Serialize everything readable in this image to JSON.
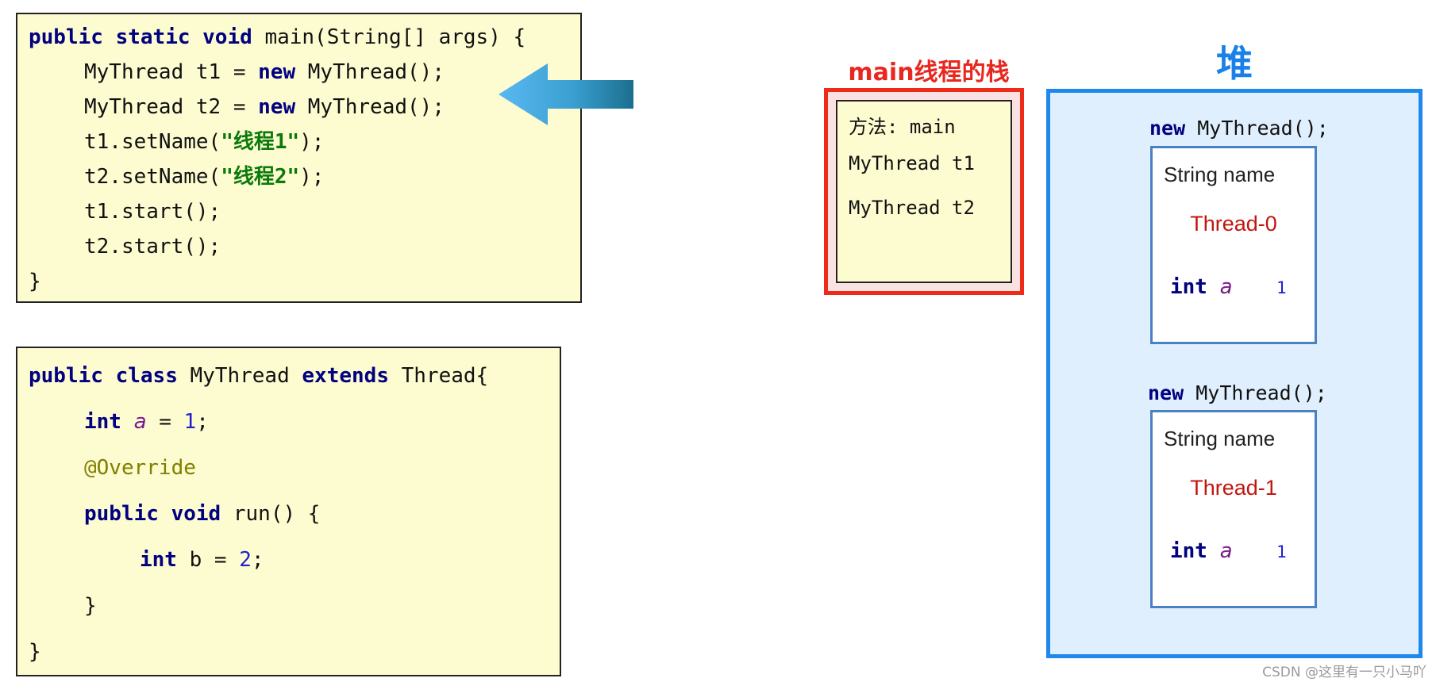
{
  "main_code": {
    "line1": {
      "k1": "public",
      "k2": "static",
      "k3": "void",
      "rest": "main(String[] args) {"
    },
    "line2": {
      "pre": "MyThread t1 = ",
      "kw": "new",
      "post": "MyThread();"
    },
    "line3": {
      "pre": "MyThread t2 = ",
      "kw": "new",
      "post": "MyThread();"
    },
    "line4": {
      "pre": "t1.setName(",
      "str": "\"线程1\"",
      "post": ");"
    },
    "line5": {
      "pre": "t2.setName(",
      "str": "\"线程2\"",
      "post": ");"
    },
    "line6": "t1.start();",
    "line7": "t2.start();",
    "line8": "}"
  },
  "class_code": {
    "line1": {
      "k1": "public",
      "k2": "class",
      "name": "MyThread",
      "k3": "extends",
      "rest": "Thread{"
    },
    "line2": {
      "kw": "int",
      "var": "a",
      "eq": " = ",
      "num": "1",
      "end": ";"
    },
    "line3": "@Override",
    "line4": {
      "k1": "public",
      "k2": "void",
      "rest": "run() {"
    },
    "line5": {
      "kw": "int",
      "pre": " b = ",
      "num": "2",
      "end": ";"
    },
    "line6": "}",
    "line7": "}"
  },
  "stack": {
    "title": "main线程的栈",
    "method": "方法: main",
    "var1": "MyThread t1",
    "var2": "MyThread t2"
  },
  "heap": {
    "title": "堆",
    "objects": [
      {
        "label_kw": "new",
        "label_rest": "MyThread();",
        "field": "String name",
        "value": "Thread-0",
        "int_kw": "int",
        "int_var": "a",
        "int_val": "1"
      },
      {
        "label_kw": "new",
        "label_rest": "MyThread();",
        "field": "String name",
        "value": "Thread-1",
        "int_kw": "int",
        "int_var": "a",
        "int_val": "1"
      }
    ]
  },
  "watermark": "CSDN @这里有一只小马吖",
  "colors": {
    "code_bg": "#fdfbd0",
    "keyword": "#000080",
    "string": "#0a7a0a",
    "stack_accent": "#ee2a18",
    "heap_accent": "#1e88ee",
    "thread_value": "#c0160e"
  }
}
